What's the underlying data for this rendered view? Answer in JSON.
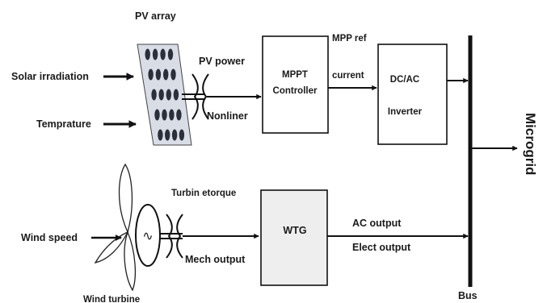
{
  "diagram": {
    "pv_array_label": "PV array",
    "solar_irradiation_label": "Solar irradiation",
    "temperature_label": "Temprature",
    "pv_power_label": "PV power",
    "nonliner_label": "Nonliner",
    "mppt_line1": "MPPT",
    "mppt_line2": "Controller",
    "mpp_ref_label": "MPP ref",
    "current_label": "current",
    "inverter_line1": "DC/AC",
    "inverter_line2": "Inverter",
    "microgrid_label": "Microgrid",
    "bus_label": "Bus",
    "turbine_torque_label": "Turbin etorque",
    "wind_speed_label": "Wind speed",
    "mech_output_label": "Mech output",
    "wtg_label": "WTG",
    "ac_output_label": "AC output",
    "elect_output_label": "Elect output",
    "wind_turbine_label": "Wind turbine"
  },
  "colors": {
    "line": "#111111",
    "wtg_fill": "#eeeeee",
    "panel_fill": "#d9dde6",
    "cell_fill": "#2b2f3a"
  }
}
